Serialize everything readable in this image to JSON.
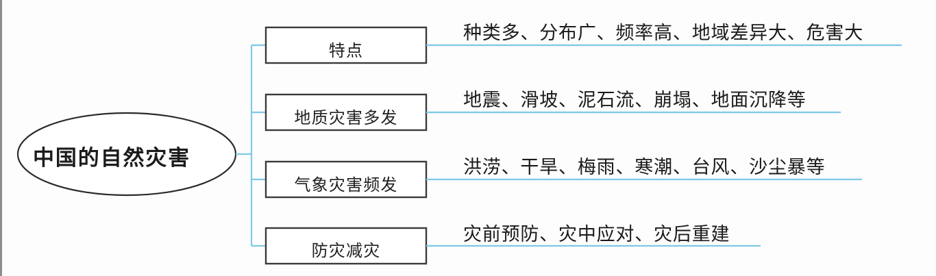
{
  "diagram": {
    "type": "mind-map",
    "root": {
      "label": "中国的自然灾害",
      "shape": "ellipse"
    },
    "branches": [
      {
        "box_label": "特点",
        "detail": "种类多、分布广、频率高、地域差异大、危害大"
      },
      {
        "box_label": "地质灾害多发",
        "detail": "地震、滑坡、泥石流、崩塌、地面沉降等"
      },
      {
        "box_label": "气象灾害频发",
        "detail": "洪涝、干旱、梅雨、寒潮、台风、沙尘暴等"
      },
      {
        "box_label": "防灾减灾",
        "detail": "灾前预防、灾中应对、灾后重建"
      }
    ],
    "colors": {
      "connector": "#7ec8e8",
      "box_stroke": "#3a3a3a",
      "ellipse_stroke": "#2b2b2b",
      "text": "#1c1c1c",
      "background": "#fdfdfd",
      "page_edge": "#8d8d8d"
    }
  }
}
